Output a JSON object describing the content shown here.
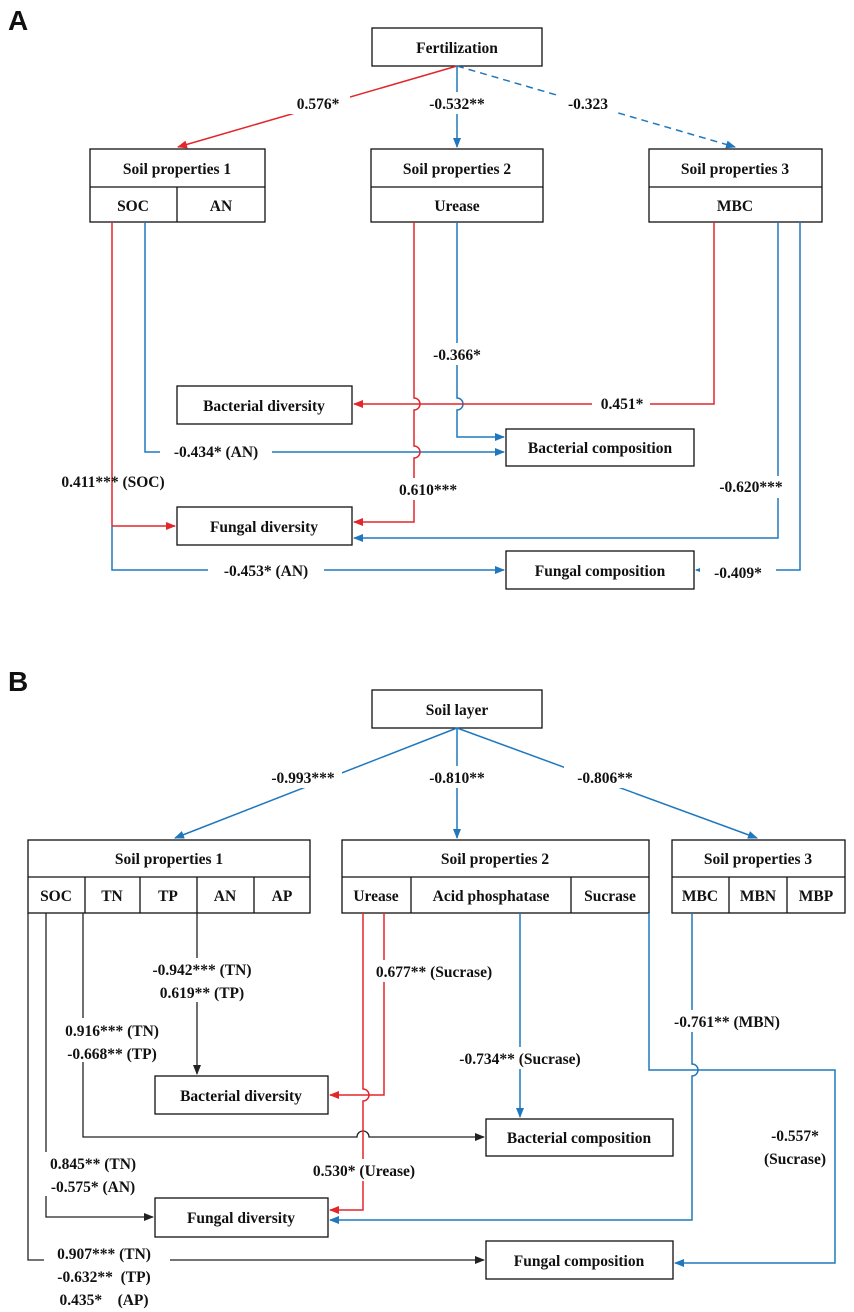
{
  "panel_a": {
    "letter": "A",
    "root": "Fertilization",
    "sp1": {
      "title": "Soil properties 1",
      "cells": [
        "SOC",
        "AN"
      ]
    },
    "sp2": {
      "title": "Soil properties 2",
      "cells": [
        "Urease"
      ]
    },
    "sp3": {
      "title": "Soil properties 3",
      "cells": [
        "MBC"
      ]
    },
    "targets": {
      "bac_div": "Bacterial diversity",
      "bac_comp": "Bacterial composition",
      "fun_div": "Fungal diversity",
      "fun_comp": "Fungal composition"
    },
    "labels": {
      "e1": "0.576*",
      "e2": "-0.532**",
      "e3": "-0.323",
      "urease_bac_comp": "-0.366*",
      "mbc_bac_div": "0.451*",
      "an_bac_comp": "-0.434* (AN)",
      "soc_fun_div": "0.411*** (SOC)",
      "urease_fun_div": "0.610***",
      "mbc_fun_div": "-0.620***",
      "an_fun_comp": "-0.453* (AN)",
      "mbc_fun_comp": "-0.409*"
    }
  },
  "panel_b": {
    "letter": "B",
    "root": "Soil layer",
    "sp1": {
      "title": "Soil properties 1",
      "cells": [
        "SOC",
        "TN",
        "TP",
        "AN",
        "AP"
      ]
    },
    "sp2": {
      "title": "Soil properties 2",
      "cells": [
        "Urease",
        "Acid phosphatase",
        "Sucrase"
      ]
    },
    "sp3": {
      "title": "Soil properties 3",
      "cells": [
        "MBC",
        "MBN",
        "MBP"
      ]
    },
    "targets": {
      "bac_div": "Bacterial diversity",
      "bac_comp": "Bacterial composition",
      "fun_div": "Fungal diversity",
      "fun_comp": "Fungal composition"
    },
    "labels": {
      "e1": "-0.993***",
      "e2": "-0.810**",
      "e3": "-0.806**",
      "an_bac_div": [
        "-0.942*** (TN)",
        "0.619**   (TP)"
      ],
      "urease_bac_div": "0.677** (Sucrase)",
      "tn_bac_comp": [
        "0.916*** (TN)",
        "-0.668** (TP)"
      ],
      "acidp_bac_comp": "-0.734** (Sucrase)",
      "mbc_fun_div": "-0.761** (MBN)",
      "sucrase_fun_comp": [
        "-0.557*",
        "(Sucrase)"
      ],
      "soc_fun_div": [
        "0.845** (TN)",
        "-0.575* (AN)"
      ],
      "urease_fun_div": "0.530* (Urease)",
      "soc_fun_comp": [
        "0.907*** (TN)",
        "-0.632**  (TP)",
        "0.435*    (AP)"
      ]
    }
  },
  "colors": {
    "positive": "#e3262b",
    "negative": "#1f78be",
    "neutral": "#222222"
  }
}
